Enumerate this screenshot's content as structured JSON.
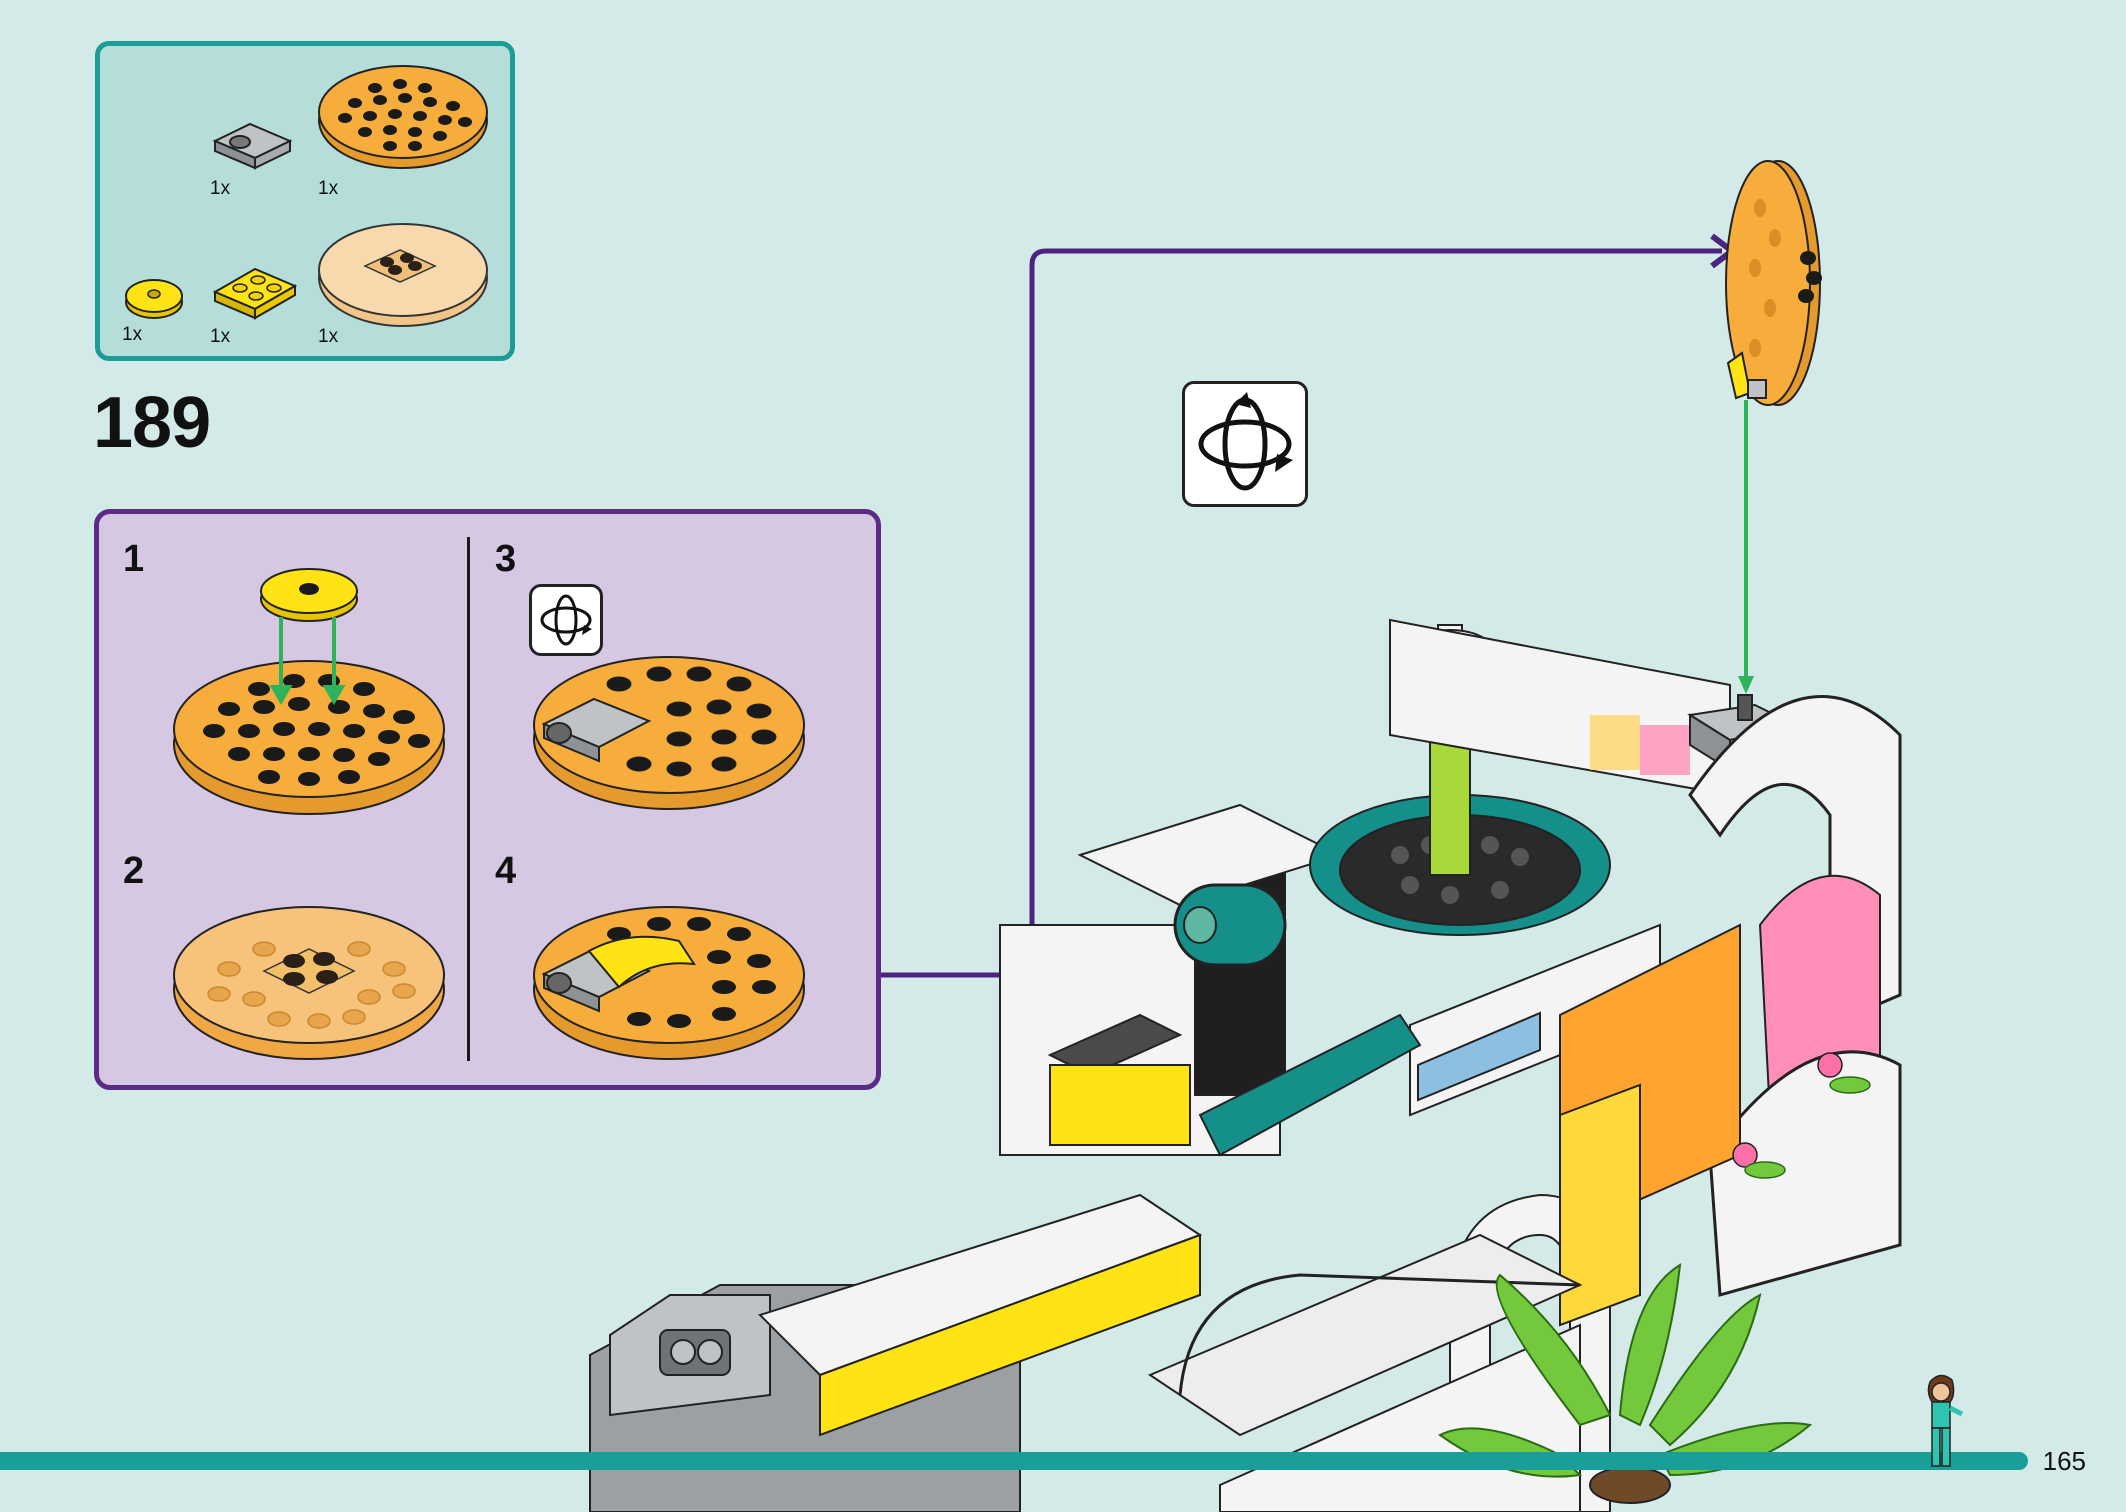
{
  "parts_list": {
    "items": [
      {
        "name": "gray-plate-with-clip",
        "qty": "1x"
      },
      {
        "name": "orange-round-plate",
        "qty": "1x"
      },
      {
        "name": "yellow-round-tile",
        "qty": "1x"
      },
      {
        "name": "yellow-wedge-plate",
        "qty": "1x"
      },
      {
        "name": "transparent-orange-round-plate",
        "qty": "1x"
      }
    ]
  },
  "step": {
    "number": "189",
    "substeps": [
      {
        "label": "1"
      },
      {
        "label": "2"
      },
      {
        "label": "3"
      },
      {
        "label": "4"
      }
    ]
  },
  "footer": {
    "page_number": "165"
  },
  "colors": {
    "background": "#d4eae8",
    "parts_box_border": "#1c9c97",
    "substeps_border": "#5b2b86",
    "arrow_purple": "#4b2480",
    "arrow_green": "#2fb35a",
    "footer_bar": "#1a9e99"
  },
  "icons": [
    "rotate-model-icon",
    "minifigure-icon"
  ]
}
